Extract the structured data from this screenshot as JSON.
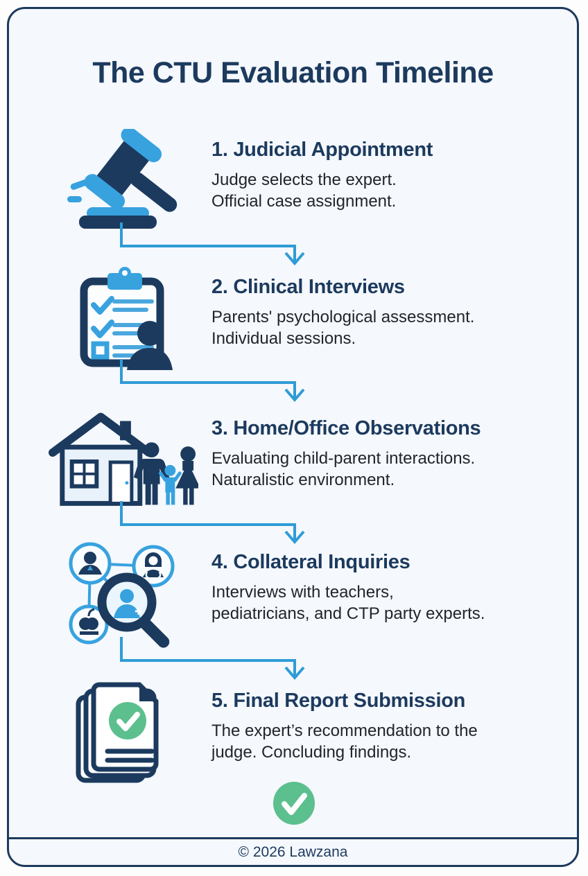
{
  "colors": {
    "navy": "#1c3a5e",
    "icon_blue": "#38a2df",
    "arrow_blue": "#2f9cd6",
    "body_text": "#20252e",
    "success_green": "#5cbf8e",
    "card_background": "#f5f8fc"
  },
  "header": {
    "title": "The CTU Evaluation Timeline"
  },
  "steps": [
    {
      "icon": "gavel-icon",
      "title": "1. Judicial Appointment",
      "desc": [
        "Judge selects the expert.",
        "Official case assignment."
      ]
    },
    {
      "icon": "clipboard-checklist-icon",
      "title": "2. Clinical Interviews",
      "desc": [
        "Parents' psychological assessment.",
        "Individual sessions."
      ]
    },
    {
      "icon": "house-family-icon",
      "title": "3. Home/Office Observations",
      "desc": [
        "Evaluating child-parent interactions.",
        "Naturalistic environment."
      ]
    },
    {
      "icon": "collateral-network-icon",
      "title": "4. Collateral Inquiries",
      "desc": [
        "Interviews with teachers,",
        "pediatricians, and CTP party experts."
      ]
    },
    {
      "icon": "report-documents-icon",
      "title": "5. Final Report Submission",
      "desc": [
        "The expert’s recommendation to the",
        "judge. Concluding findings."
      ]
    }
  ],
  "completion": {
    "icon": "success-check-icon"
  },
  "footer": {
    "copyright": "© 2026 Lawzana"
  }
}
